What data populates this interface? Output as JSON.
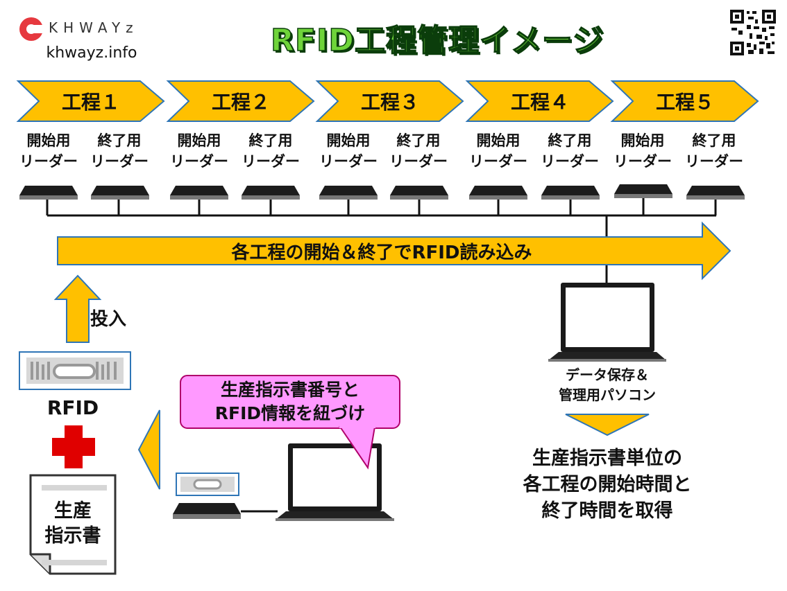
{
  "logo": {
    "brand": "KHWAYz",
    "site": "khwayz.info"
  },
  "title": "RFID工程管理イメージ",
  "qr_icon": "qr-code-icon",
  "steps": [
    {
      "label": "工程１",
      "start_reader": [
        "開始用",
        "リーダー"
      ],
      "end_reader": [
        "終了用",
        "リーダー"
      ]
    },
    {
      "label": "工程２",
      "start_reader": [
        "開始用",
        "リーダー"
      ],
      "end_reader": [
        "終了用",
        "リーダー"
      ]
    },
    {
      "label": "工程３",
      "start_reader": [
        "開始用",
        "リーダー"
      ],
      "end_reader": [
        "終了用",
        "リーダー"
      ]
    },
    {
      "label": "工程４",
      "start_reader": [
        "開始用",
        "リーダー"
      ],
      "end_reader": [
        "終了用",
        "リーダー"
      ]
    },
    {
      "label": "工程５",
      "start_reader": [
        "開始用",
        "リーダー"
      ],
      "end_reader": [
        "終了用",
        "リーダー"
      ]
    }
  ],
  "flow_banner": "各工程の開始＆終了でRFID読み込み",
  "input_label": "投入",
  "rfid_label": "RFID",
  "document_label": [
    "生産",
    "指示書"
  ],
  "callout": [
    "生産指示書番号と",
    "RFID情報を紐づけ"
  ],
  "pc_label": [
    "データ保存＆",
    "管理用パソコン"
  ],
  "result": [
    "生産指示書単位の",
    "各工程の開始時間と",
    "終了時間を取得"
  ],
  "colors": {
    "accent": "#FFC000",
    "outline": "#2E75B6",
    "callout_fill": "#FF99FF",
    "callout_border": "#B0006A",
    "plus": "#E00000",
    "title_green": "#6FD43A"
  }
}
